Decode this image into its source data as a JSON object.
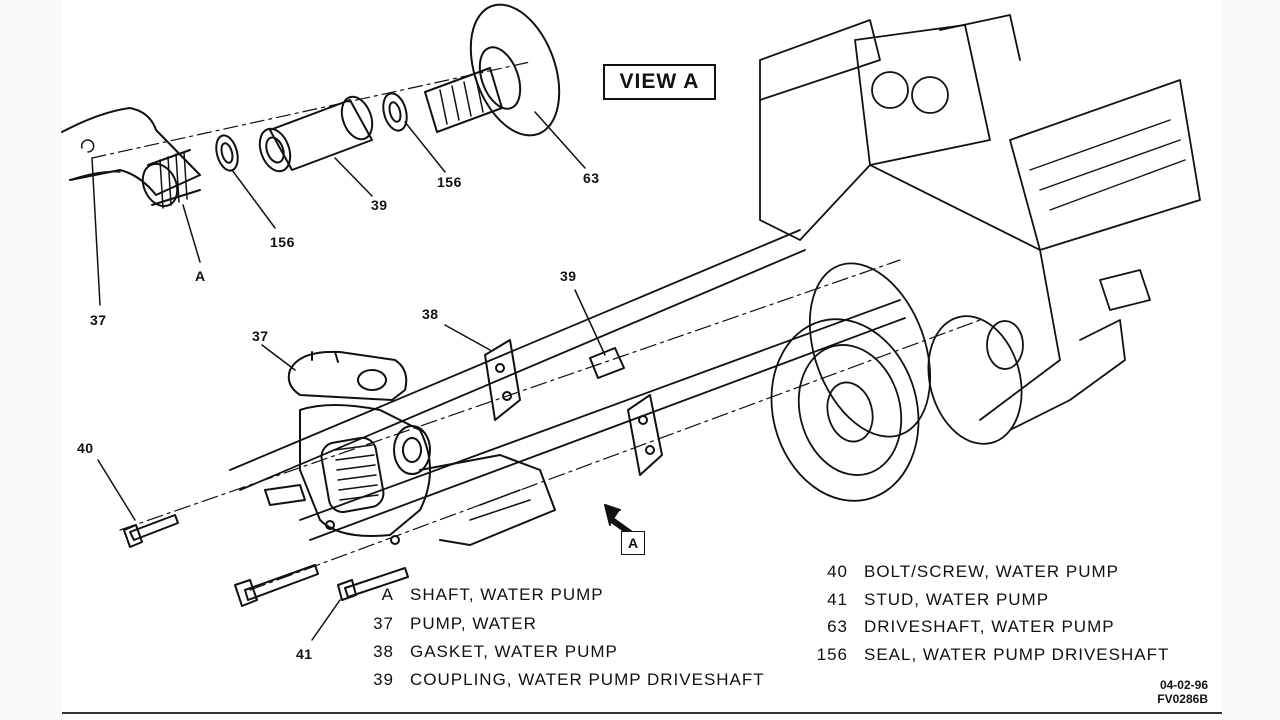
{
  "view_label": "VIEW A",
  "arrow_label": "A",
  "callouts": {
    "c63": "63",
    "c156_top": "156",
    "c39_top": "39",
    "c156_left": "156",
    "c_a": "A",
    "c37_left": "37",
    "c39_mid": "39",
    "c38": "38",
    "c37_pump": "37",
    "c40": "40",
    "c41": "41"
  },
  "legend_left": [
    {
      "code": "A",
      "text": "SHAFT, WATER PUMP"
    },
    {
      "code": "37",
      "text": "PUMP, WATER"
    },
    {
      "code": "38",
      "text": "GASKET, WATER PUMP"
    },
    {
      "code": "39",
      "text": "COUPLING, WATER PUMP DRIVESHAFT"
    }
  ],
  "legend_right": [
    {
      "code": "40",
      "text": "BOLT/SCREW, WATER PUMP"
    },
    {
      "code": "41",
      "text": "STUD, WATER PUMP"
    },
    {
      "code": "63",
      "text": "DRIVESHAFT, WATER PUMP"
    },
    {
      "code": "156",
      "text": "SEAL, WATER PUMP DRIVESHAFT"
    }
  ],
  "stamp": {
    "date": "04-02-96",
    "figure_id": "FV0286B"
  }
}
